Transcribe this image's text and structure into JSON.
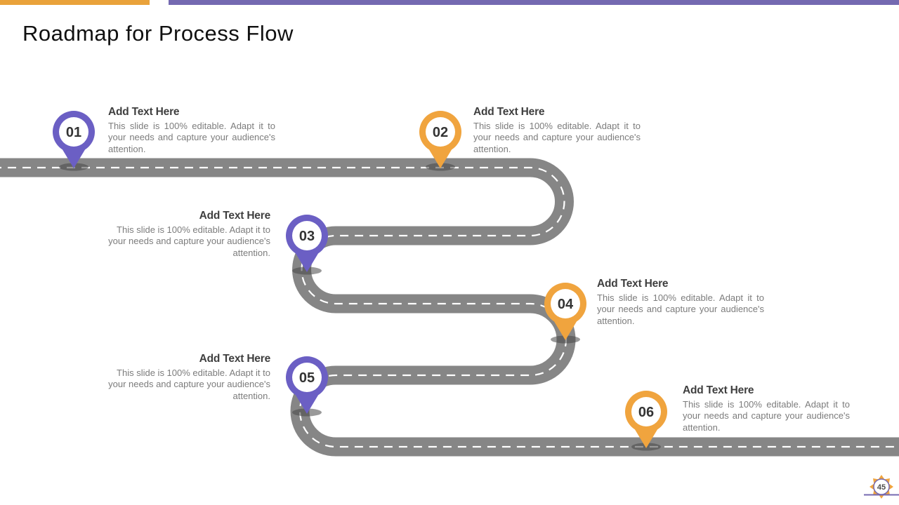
{
  "slide": {
    "title": "Roadmap for Process Flow",
    "page_badge": "45"
  },
  "colors": {
    "topbar_orange": "#E9A23B",
    "topbar_purple": "#7469B1",
    "pin_purple": "#6B5FC4",
    "pin_orange": "#F0A43E",
    "road_gray": "#868686",
    "road_dash": "#FFFFFF",
    "heading_text": "#3F3F3F",
    "body_text": "#7C7C7C"
  },
  "steps": [
    {
      "number": "01",
      "color": "purple",
      "heading": "Add Text Here",
      "body": "This slide is 100% editable. Adapt it to your needs and capture your audience's attention."
    },
    {
      "number": "02",
      "color": "orange",
      "heading": "Add Text Here",
      "body": "This slide is 100% editable. Adapt it to your needs and capture your audience's attention."
    },
    {
      "number": "03",
      "color": "purple",
      "heading": "Add Text Here",
      "body": "This slide is 100% editable. Adapt it to your needs and capture your audience's attention."
    },
    {
      "number": "04",
      "color": "orange",
      "heading": "Add Text Here",
      "body": "This slide is 100% editable. Adapt it to your needs and capture your audience's attention."
    },
    {
      "number": "05",
      "color": "purple",
      "heading": "Add Text Here",
      "body": "This slide is 100% editable. Adapt it to your needs and capture your audience's attention."
    },
    {
      "number": "06",
      "color": "orange",
      "heading": "Add Text Here",
      "body": "This slide is 100% editable. Adapt it to your needs and capture your audience's attention."
    }
  ]
}
